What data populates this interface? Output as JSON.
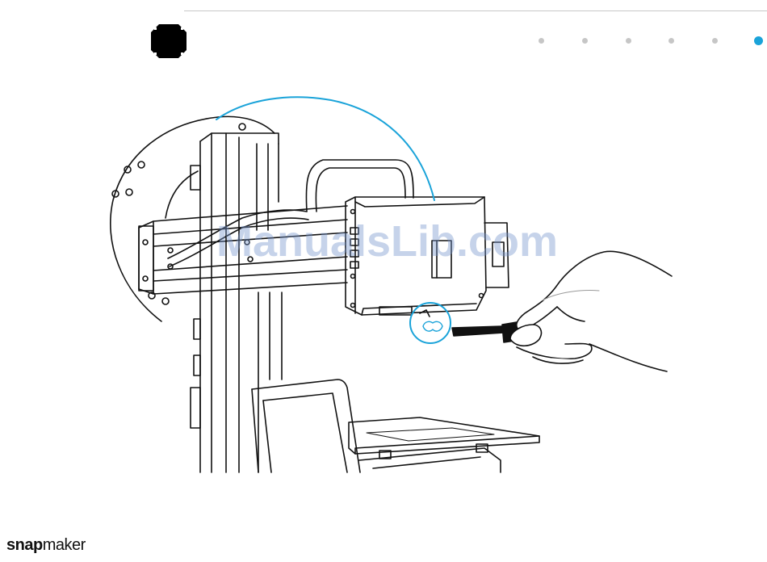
{
  "page": {
    "step": {
      "icon": "octagon-step-badge-icon"
    },
    "progress": {
      "total": 6,
      "current": 6,
      "active_color": "#1aa3d9",
      "inactive_color": "#c6c6c6"
    },
    "watermark": "ManualsLib.com",
    "brand": {
      "part1": "snap",
      "part2": "maker"
    },
    "illustration": {
      "subject": "3d-printer-nozzle-cleaning",
      "accent_color": "#1aa3d9",
      "icons": [
        "printer-frame-icon",
        "print-head-icon",
        "hand-icon",
        "brush-tool-icon",
        "nozzle-zoom-icon",
        "touchscreen-icon",
        "heated-bed-icon"
      ]
    }
  }
}
